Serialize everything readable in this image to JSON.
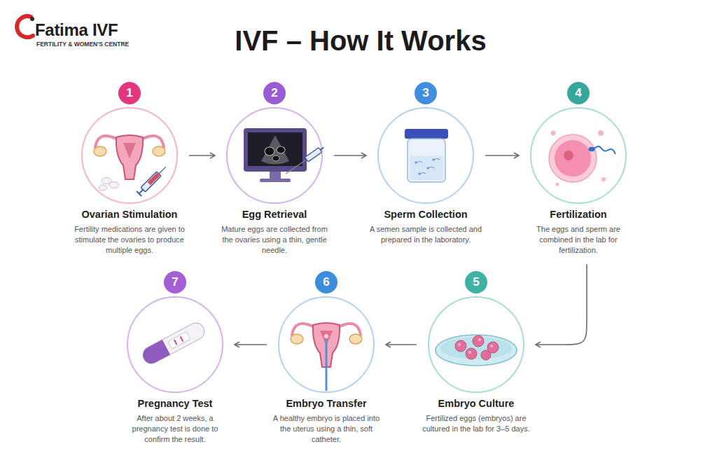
{
  "diagram": {
    "title": "IVF – How It Works",
    "nodes": [
      {
        "text": [
          "Ovarian Stimulation",
          "Fertility medications are given to stimulate the ovaries to produce multiple eggs."
        ]
      },
      {
        "text": [
          "1"
        ],
        "in": 0
      },
      {
        "text": [
          "Egg Retrieval",
          "Mature eggs are collected from the ovaries using a thin, gentle needle."
        ]
      },
      {
        "text": [
          "2"
        ],
        "in": 2
      },
      {
        "text": [
          "Sperm Collection",
          "A semen sample is collected and prepared in the laboratory."
        ]
      },
      {
        "text": [
          "3"
        ],
        "in": 4
      },
      {
        "text": [
          "Fertilization",
          "The eggs and sperm are combined in the lab for fertilization."
        ]
      },
      {
        "text": [
          "4"
        ],
        "in": 6
      },
      {
        "text": [
          "Embryo Culture",
          "Fertilized eggs (embryos) are cultured in the lab for 3–5 days."
        ]
      },
      {
        "text": [
          "5"
        ],
        "in": 8
      },
      {
        "text": [
          "Embryo Transfer",
          "A healthy embryo is placed into the uterus using a thin, soft catheter."
        ]
      },
      {
        "text": [
          "6"
        ],
        "in": 10
      },
      {
        "text": [
          "Pregnancy Test",
          "After about 2 weeks, a pregnancy test is done to confirm the result."
        ]
      },
      {
        "text": [
          "7"
        ],
        "in": 12
      }
    ],
    "edges": [
      {
        "from": 0,
        "to": 2,
        "arrow": "to"
      },
      {
        "from": 2,
        "to": 4,
        "arrow": "to"
      },
      {
        "from": 4,
        "to": 6,
        "arrow": "to"
      },
      {
        "from": 6,
        "to": 8,
        "arrow": "to"
      },
      {
        "from": 8,
        "to": 10,
        "arrow": "to"
      },
      {
        "from": 10,
        "to": 12,
        "arrow": "to"
      }
    ],
    "labels": [
      "Fatima IVF",
      "FERTILITY & WOMEN'S CENTRE"
    ]
  }
}
